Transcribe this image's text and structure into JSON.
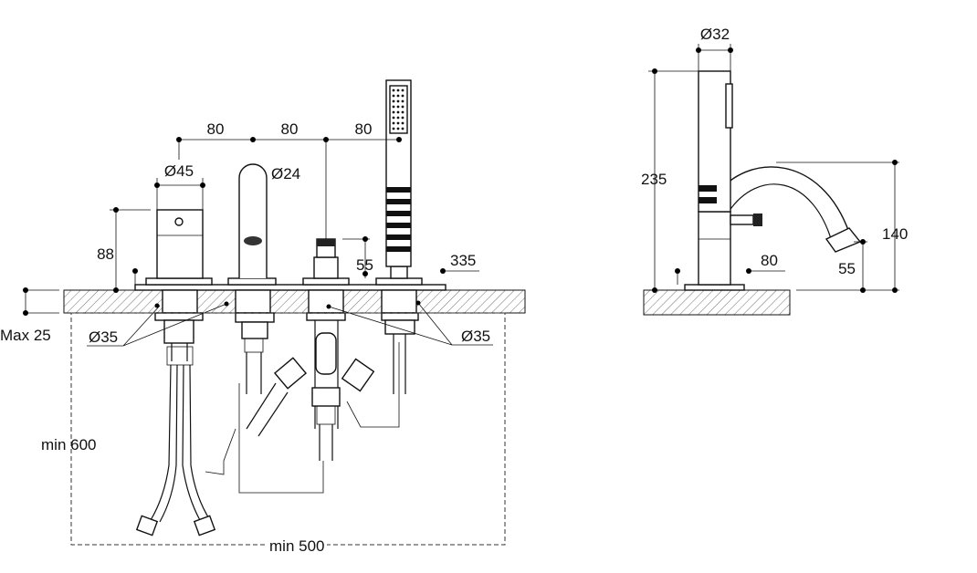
{
  "front_view": {
    "spacing": [
      "80",
      "80",
      "80"
    ],
    "mixer_diameter": "Ø45",
    "spout_diameter": "Ø24",
    "mixer_height": "88",
    "diverter_height": "55",
    "handshower_offset": "335",
    "hole_diameter_left": "Ø35",
    "hole_diameter_right": "Ø35",
    "max_deck_thickness": "Max 25",
    "min_depth": "min 600",
    "min_width": "min 500"
  },
  "side_view": {
    "handshower_diameter": "Ø32",
    "total_height": "235",
    "spout_height": "140",
    "spout_reach": "80",
    "spout_outlet_height": "55"
  },
  "colors": {
    "line": "#111111",
    "background": "#ffffff"
  }
}
